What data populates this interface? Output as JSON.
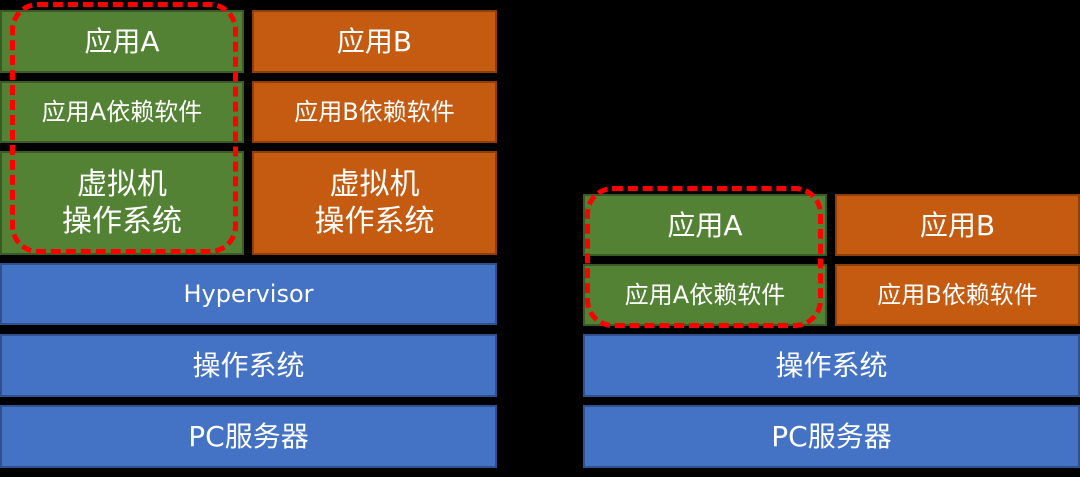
{
  "colors": {
    "background": "#000000",
    "app_a": "#548235",
    "app_b": "#c55a11",
    "layer": "#4472c4",
    "highlight": "#ff0000"
  },
  "left": {
    "app_a": "应用A",
    "app_b": "应用B",
    "deps_a": "应用A依赖软件",
    "deps_b": "应用B依赖软件",
    "vm_a": [
      "虚拟机",
      "操作系统"
    ],
    "vm_b": [
      "虚拟机",
      "操作系统"
    ],
    "hypervisor": "Hypervisor",
    "os": "操作系统",
    "server": "PC服务器"
  },
  "right": {
    "app_a": "应用A",
    "app_b": "应用B",
    "deps_a": "应用A依赖软件",
    "deps_b": "应用B依赖软件",
    "os": "操作系统",
    "server": "PC服务器"
  }
}
